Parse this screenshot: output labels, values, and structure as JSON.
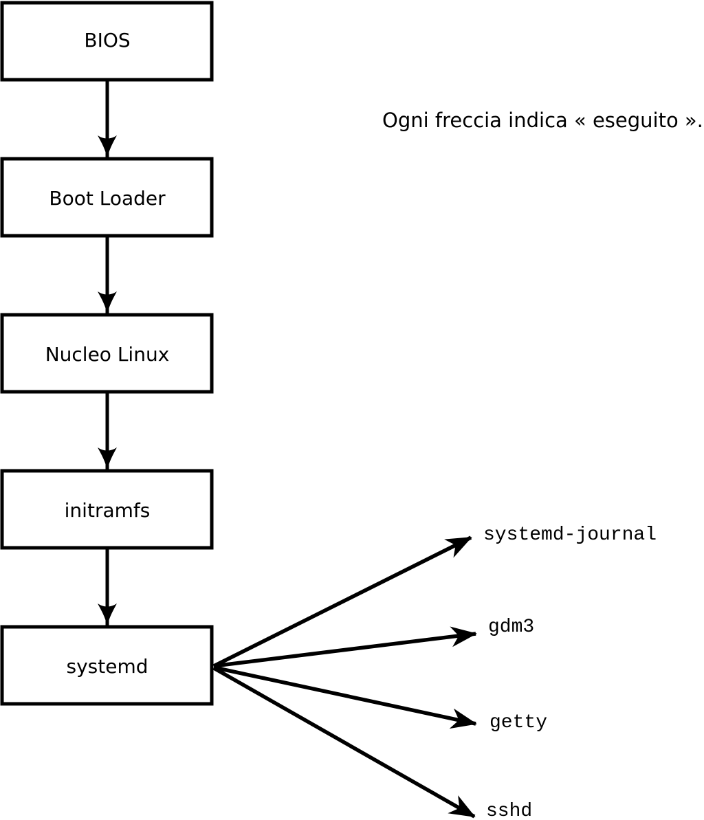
{
  "caption": "Ogni freccia indica « eseguito ».",
  "colors": {
    "background": "#ffffff",
    "stroke": "#000000",
    "box_fill": "#ffffff",
    "text": "#000000"
  },
  "boot_chain": {
    "nodes": [
      {
        "id": "bios",
        "label": "BIOS"
      },
      {
        "id": "boot-loader",
        "label": "Boot Loader"
      },
      {
        "id": "nucleo-linux",
        "label": "Nucleo Linux"
      },
      {
        "id": "initramfs",
        "label": "initramfs"
      },
      {
        "id": "systemd",
        "label": "systemd"
      }
    ],
    "edges": [
      {
        "from": "bios",
        "to": "boot-loader"
      },
      {
        "from": "boot-loader",
        "to": "nucleo-linux"
      },
      {
        "from": "nucleo-linux",
        "to": "initramfs"
      },
      {
        "from": "initramfs",
        "to": "systemd"
      }
    ]
  },
  "services": {
    "nodes": [
      {
        "id": "systemd-journal",
        "label": "systemd-journal"
      },
      {
        "id": "gdm3",
        "label": "gdm3"
      },
      {
        "id": "getty",
        "label": "getty"
      },
      {
        "id": "sshd",
        "label": "sshd"
      }
    ],
    "edges": [
      {
        "from": "systemd",
        "to": "systemd-journal"
      },
      {
        "from": "systemd",
        "to": "gdm3"
      },
      {
        "from": "systemd",
        "to": "getty"
      },
      {
        "from": "systemd",
        "to": "sshd"
      }
    ]
  }
}
